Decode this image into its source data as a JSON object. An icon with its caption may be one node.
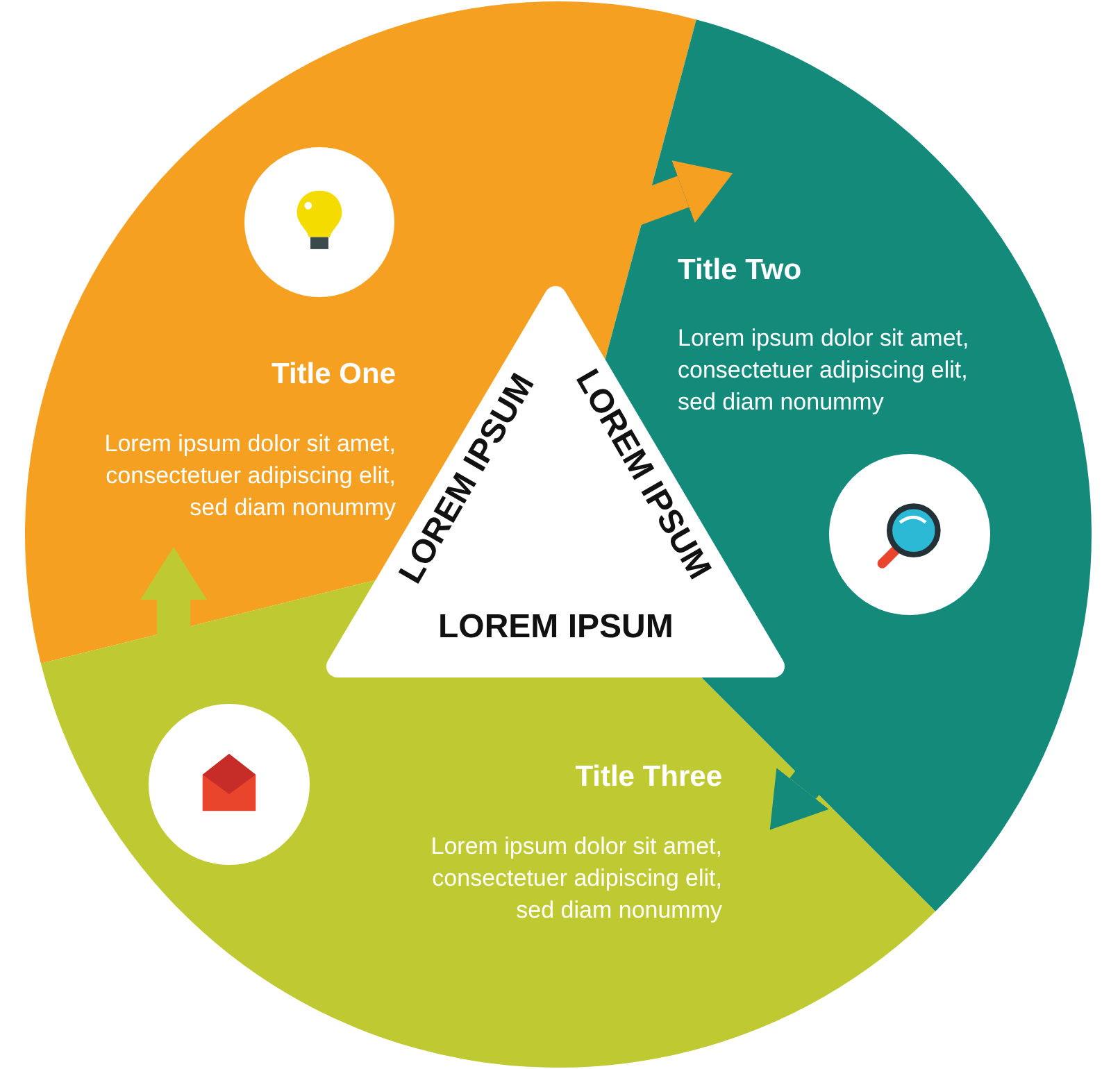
{
  "diagram": {
    "nodes": [
      {
        "text": [
          "Title One",
          "Lorem ipsum dolor sit amet, consectetuer adipiscing elit, sed diam nonummy"
        ]
      },
      {
        "text": [
          "Title Two",
          "Lorem ipsum dolor sit amet, consectetuer adipiscing elit, sed diam nonummy"
        ]
      },
      {
        "text": [
          "Title Three",
          "Lorem ipsum dolor sit amet, consectetuer adipiscing elit, sed diam nonummy"
        ]
      },
      {
        "text": [
          "LOREM IPSUM",
          "LOREM IPSUM",
          "LOREM IPSUM"
        ]
      }
    ],
    "edges": [
      {
        "from": 0,
        "to": 1,
        "arrow": "to",
        "color": "#f5a020"
      },
      {
        "from": 1,
        "to": 2,
        "arrow": "to",
        "color": "#138a7a"
      },
      {
        "from": 2,
        "to": 0,
        "arrow": "to",
        "color": "#bfca33"
      }
    ]
  }
}
